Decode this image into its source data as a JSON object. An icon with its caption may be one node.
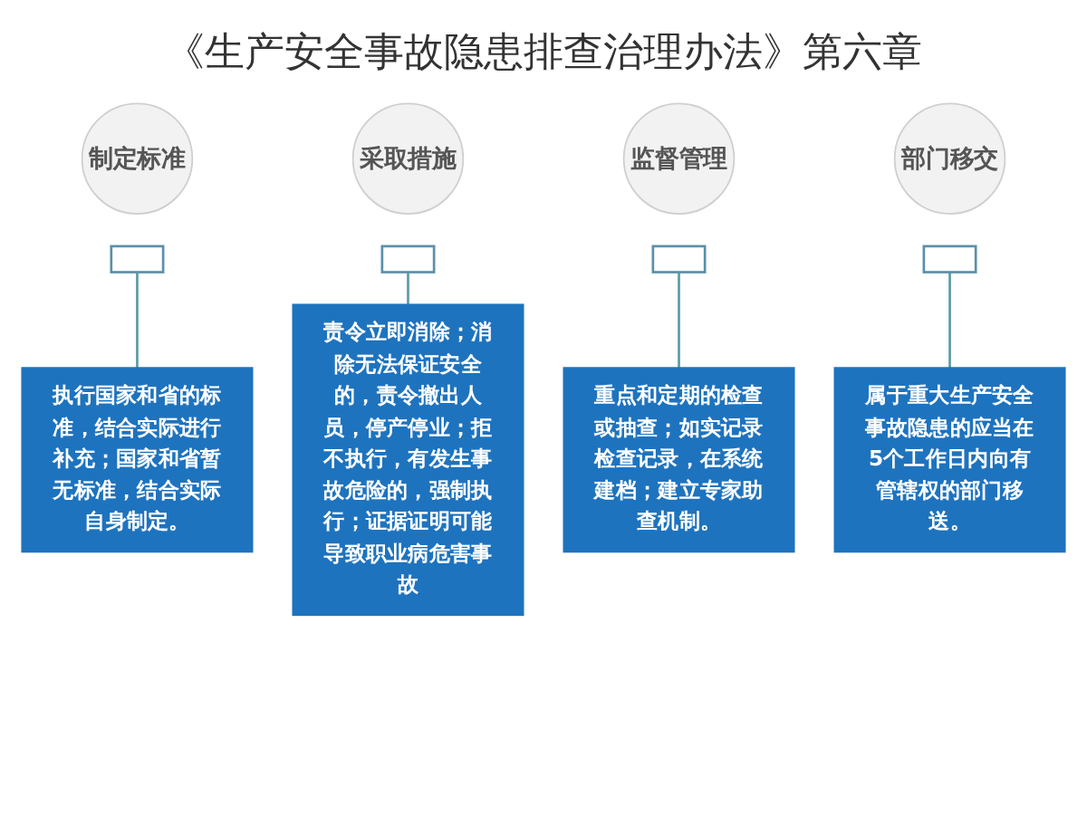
{
  "diagram": {
    "title": "《生产安全事故隐患排查治理办法》第六章",
    "nodes": [
      {
        "text": [
          "制定标准"
        ]
      },
      {
        "text": [],
        "shape": "bar"
      },
      {
        "text": [
          "执行国家和省的标准，结合实际进行补充；国家和省暂无标准，结合实际自身制定。"
        ]
      },
      {
        "text": [
          "采取措施"
        ]
      },
      {
        "text": [],
        "shape": "bar"
      },
      {
        "text": [
          "责令立即消除；消除无法保证安全的，责令撤出人员，停产停业；拒不执行，有发生事故危险的，强制执行；证据证明可能导致职业病危害事故"
        ]
      },
      {
        "text": [
          "监督管理"
        ]
      },
      {
        "text": [],
        "shape": "bar"
      },
      {
        "text": [
          "重点和定期的检查或抽查；如实记录检查记录，在系统建档；建立专家助查机制。"
        ]
      },
      {
        "text": [
          "部门移交"
        ]
      },
      {
        "text": [],
        "shape": "bar"
      },
      {
        "text": [
          "属于重大生产安全事故隐患的应当在5个工作日内向有管辖权的部门移送。"
        ]
      }
    ],
    "edges": [
      {
        "from": 1,
        "to": 2,
        "arrow": "none"
      },
      {
        "from": 4,
        "to": 5,
        "arrow": "none"
      },
      {
        "from": 7,
        "to": 8,
        "arrow": "none"
      },
      {
        "from": 10,
        "to": 11,
        "arrow": "none"
      }
    ]
  }
}
